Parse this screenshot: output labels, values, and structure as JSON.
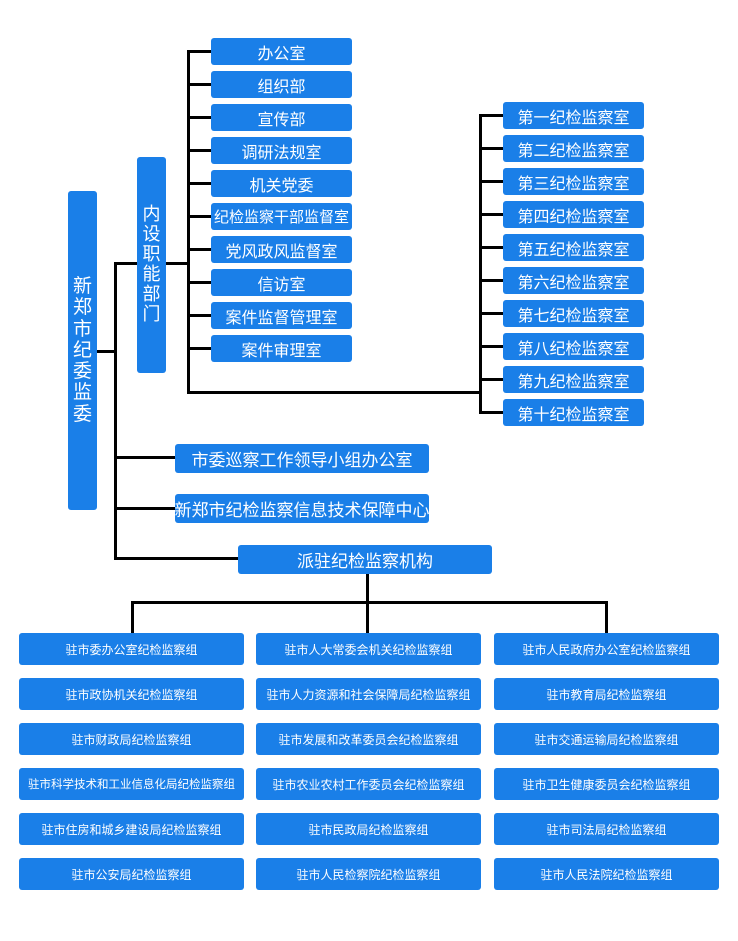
{
  "root": "新郑市纪委监委",
  "internal_dept_title": "内设职能部门",
  "internal_depts": [
    "办公室",
    "组织部",
    "宣传部",
    "调研法规室",
    "机关党委",
    "纪检监察干部监督室",
    "党风政风监督室",
    "信访室",
    "案件监督管理室",
    "案件审理室"
  ],
  "inspection_rooms": [
    "第一纪检监察室",
    "第二纪检监察室",
    "第三纪检监察室",
    "第四纪检监察室",
    "第五纪检监察室",
    "第六纪检监察室",
    "第七纪检监察室",
    "第八纪检监察室",
    "第九纪检监察室",
    "第十纪检监察室"
  ],
  "patrol_office": "市委巡察工作领导小组办公室",
  "info_center": "新郑市纪检监察信息技术保障中心",
  "dispatched_title": "派驻纪检监察机构",
  "dispatched_groups": [
    [
      "驻市委办公室纪检监察组",
      "驻市人大常委会机关纪检监察组",
      "驻市人民政府办公室纪检监察组"
    ],
    [
      "驻市政协机关纪检监察组",
      "驻市人力资源和社会保障局纪检监察组",
      "驻市教育局纪检监察组"
    ],
    [
      "驻市财政局纪检监察组",
      "驻市发展和改革委员会纪检监察组",
      "驻市交通运输局纪检监察组"
    ],
    [
      "驻市科学技术和工业信息化局纪检监察组",
      "驻市农业农村工作委员会纪检监察组",
      "驻市卫生健康委员会纪检监察组"
    ],
    [
      "驻市住房和城乡建设局纪检监察组",
      "驻市民政局纪检监察组",
      "驻市司法局纪检监察组"
    ],
    [
      "驻市公安局纪检监察组",
      "驻市人民检察院纪检监察组",
      "驻市人民法院纪检监察组"
    ]
  ]
}
